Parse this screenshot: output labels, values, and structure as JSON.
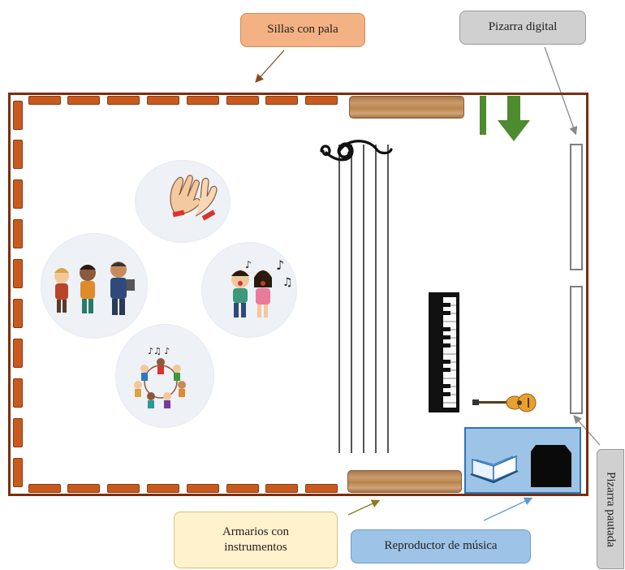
{
  "labels": {
    "chairs": "Sillas con pala",
    "digital_board": "Pizarra digital",
    "cabinets": "Armarios con\ninstrumentos",
    "music_player": "Reproductor de música",
    "staff_board": "Pizarra pautada"
  },
  "colors": {
    "wall": "#7a2e0e",
    "chair": "#c85a20",
    "chairs_callout": "#f4b183",
    "digital_board_callout": "#d0d0d0",
    "cabinets_callout": "#fff2cc",
    "music_player_callout": "#9dc3e6",
    "staff_board_callout": "#d0d0d0",
    "entrance_arrow": "#4e8a2e",
    "music_area": "#9dc3e6"
  },
  "icons": {
    "clapping": "clapping-hands-icon",
    "singing_group": "singing-group-icon",
    "singing_children": "singing-children-icon",
    "dancing_circle": "dancing-circle-icon",
    "treble_clef": "treble-clef-icon",
    "piano": "piano-keyboard-icon",
    "guitar": "guitar-icon",
    "book": "book-icon",
    "speaker": "speaker-icon",
    "entrance": "entrance-arrow-icon"
  }
}
